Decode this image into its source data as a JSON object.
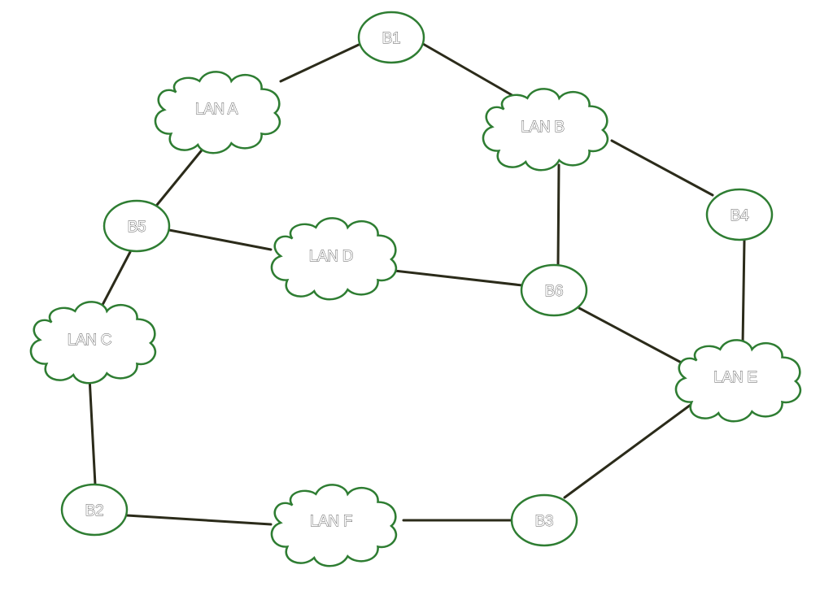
{
  "diagram": {
    "colors": {
      "node_outline": "#2e7d32",
      "edge": "#2b2b1a",
      "background": "#ffffff",
      "label_outline": "#555555"
    },
    "nodes": {
      "B1": {
        "label": "B1",
        "shape": "ellipse"
      },
      "B2": {
        "label": "B2",
        "shape": "ellipse"
      },
      "B3": {
        "label": "B3",
        "shape": "ellipse"
      },
      "B4": {
        "label": "B4",
        "shape": "ellipse"
      },
      "B5": {
        "label": "B5",
        "shape": "ellipse"
      },
      "B6": {
        "label": "B6",
        "shape": "ellipse"
      },
      "LAN_A": {
        "label": "LAN A",
        "shape": "cloud"
      },
      "LAN_B": {
        "label": "LAN B",
        "shape": "cloud"
      },
      "LAN_C": {
        "label": "LAN C",
        "shape": "cloud"
      },
      "LAN_D": {
        "label": "LAN D",
        "shape": "cloud"
      },
      "LAN_E": {
        "label": "LAN E",
        "shape": "cloud"
      },
      "LAN_F": {
        "label": "LAN F",
        "shape": "cloud"
      }
    },
    "edges": [
      {
        "from": "B1",
        "to": "LAN_A"
      },
      {
        "from": "B1",
        "to": "LAN_B"
      },
      {
        "from": "LAN_A",
        "to": "B5"
      },
      {
        "from": "B5",
        "to": "LAN_D"
      },
      {
        "from": "B5",
        "to": "LAN_C"
      },
      {
        "from": "LAN_C",
        "to": "B2"
      },
      {
        "from": "B2",
        "to": "LAN_F"
      },
      {
        "from": "LAN_F",
        "to": "B3"
      },
      {
        "from": "B3",
        "to": "LAN_E"
      },
      {
        "from": "LAN_D",
        "to": "B6"
      },
      {
        "from": "LAN_B",
        "to": "B6"
      },
      {
        "from": "B6",
        "to": "LAN_E"
      },
      {
        "from": "LAN_B",
        "to": "B4"
      },
      {
        "from": "B4",
        "to": "LAN_E"
      }
    ]
  }
}
